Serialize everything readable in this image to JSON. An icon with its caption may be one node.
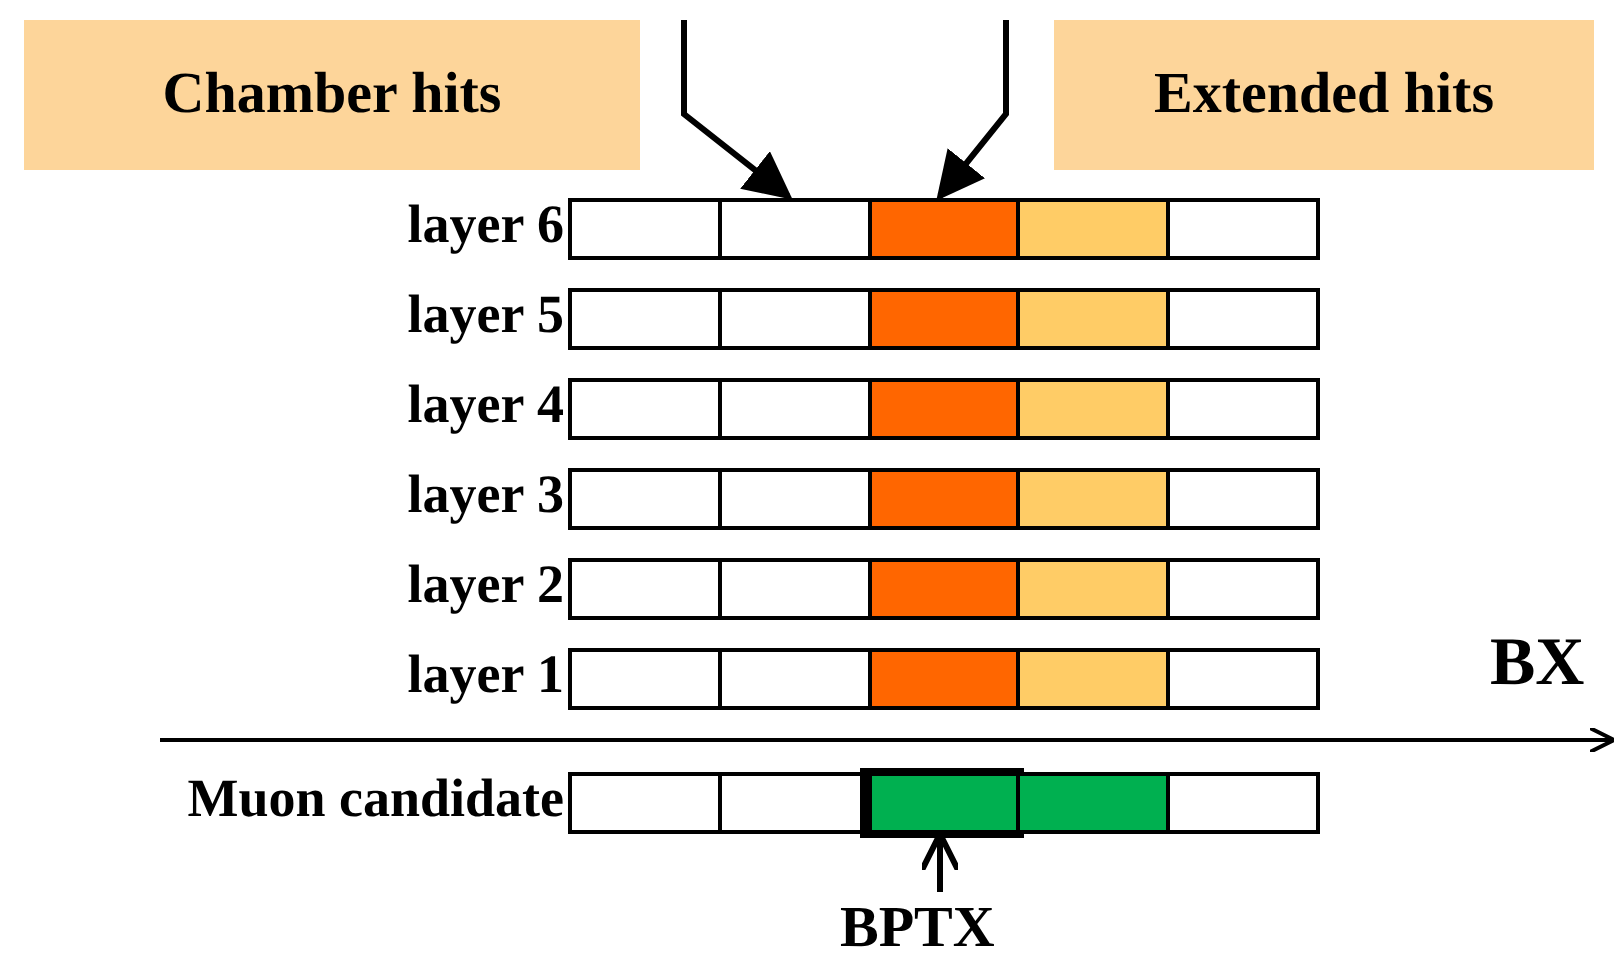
{
  "diagram": {
    "nodes": [
      {
        "text": [
          "Chamber hits"
        ]
      },
      {
        "text": [
          "Extended hits"
        ]
      },
      {
        "text": [],
        "shape": "bar",
        "beside": [
          "layer 6"
        ]
      },
      {
        "text": [],
        "shape": "bar",
        "beside": [
          "layer 5"
        ]
      },
      {
        "text": [],
        "shape": "bar",
        "beside": [
          "layer 4"
        ]
      },
      {
        "text": [],
        "shape": "bar",
        "beside": [
          "layer 3"
        ]
      },
      {
        "text": [],
        "shape": "bar",
        "beside": [
          "layer 2"
        ]
      },
      {
        "text": [],
        "shape": "bar",
        "beside": [
          "layer 1"
        ]
      },
      {
        "text": [],
        "shape": "bar",
        "beside": [
          "Muon candidate"
        ]
      },
      {
        "text": [
          "BPTX"
        ]
      }
    ],
    "edges": [
      {
        "from": null,
        "to": 2,
        "arrow": "to"
      },
      {
        "from": null,
        "to": 2,
        "arrow": "to"
      },
      {
        "from": 9,
        "to": 8,
        "arrow": "to"
      }
    ],
    "labels": [
      "BX"
    ]
  }
}
